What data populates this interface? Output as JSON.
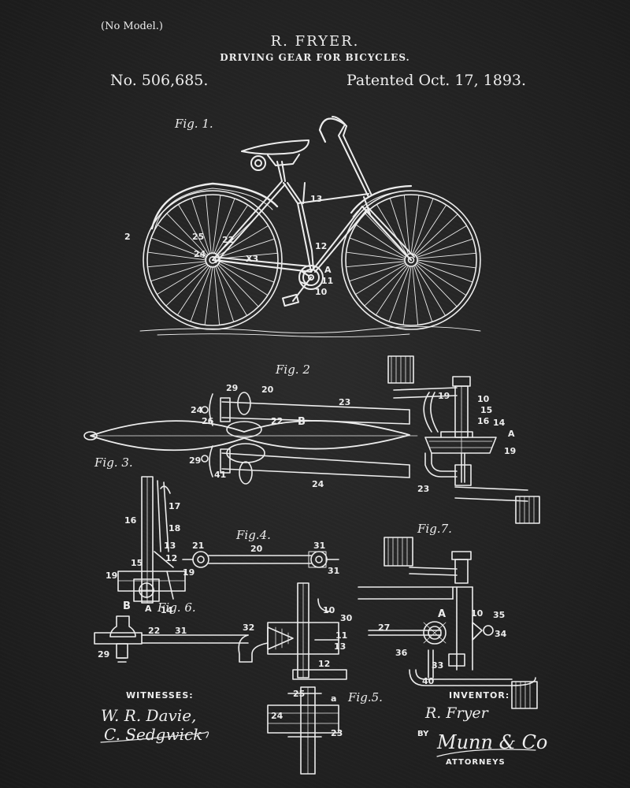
{
  "header": {
    "no_model": "(No Model.)",
    "inventor_name": "R. FRYER.",
    "title": "DRIVING GEAR FOR BICYCLES.",
    "patent_number": "No. 506,685.",
    "patent_date": "Patented Oct. 17, 1893."
  },
  "figures": {
    "fig1": "Fig. 1.",
    "fig2": "Fig. 2",
    "fig3": "Fig. 3.",
    "fig4": "Fig.4.",
    "fig5": "Fig.5.",
    "fig6": "Fig. 6.",
    "fig7": "Fig.7."
  },
  "labels": {
    "fig1": [
      "2",
      "25",
      "24",
      "22",
      "X3",
      "13",
      "12",
      "A",
      "11",
      "10"
    ],
    "fig2": [
      "29",
      "20",
      "23",
      "24",
      "26",
      "22",
      "B",
      "19",
      "10",
      "15",
      "16",
      "14",
      "A",
      "41",
      "29",
      "24",
      "23",
      "19"
    ],
    "fig3": [
      "16",
      "17",
      "18",
      "13",
      "12",
      "15",
      "19",
      "B",
      "A",
      "14"
    ],
    "fig4": [
      "21",
      "20",
      "31",
      "19",
      "31"
    ],
    "fig5": [
      "25",
      "a",
      "24",
      "23"
    ],
    "fig6": [
      "B",
      "29",
      "22",
      "31",
      "32",
      "10",
      "30",
      "11",
      "13",
      "12"
    ],
    "fig7": [
      "A",
      "10",
      "35",
      "34",
      "27",
      "36",
      "33",
      "40"
    ]
  },
  "witnesses": {
    "heading": "WITNESSES:",
    "signature_1": "W. R. Davie,",
    "signature_2": "C. Sedgwick"
  },
  "inventor": {
    "heading": "INVENTOR:",
    "signature": "R. Fryer",
    "by": "BY",
    "attorney_signature": "Munn & Co",
    "attorneys_label": "ATTORNEYS"
  },
  "colors": {
    "background": "#222222",
    "ink": "#ededed"
  }
}
